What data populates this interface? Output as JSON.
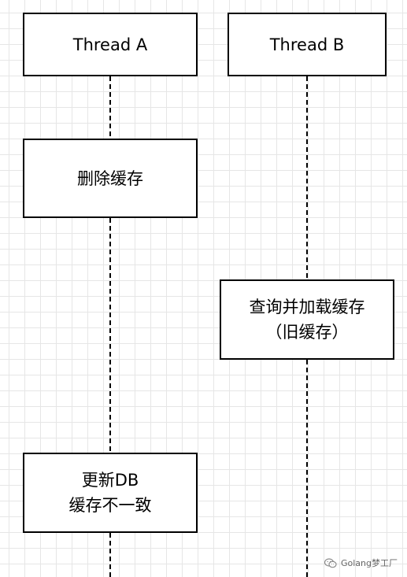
{
  "threads": {
    "a": "Thread A",
    "b": "Thread B"
  },
  "steps": {
    "delete_cache": "删除缓存",
    "query_load_line1": "查询并加载缓存",
    "query_load_line2": "（旧缓存）",
    "update_db_line1": "更新DB",
    "update_db_line2": "缓存不一致"
  },
  "watermark": {
    "text": "Golang梦工厂",
    "icon": "wechat-icon"
  }
}
